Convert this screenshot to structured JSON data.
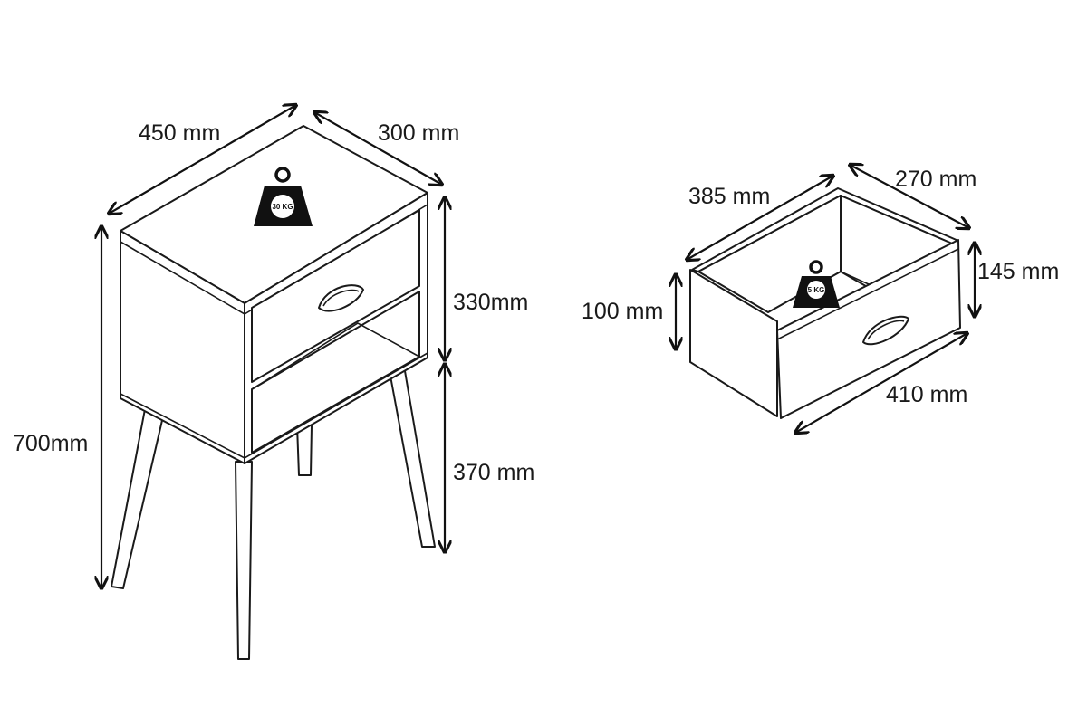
{
  "nightstand": {
    "width_label": "450 mm",
    "depth_label": "300 mm",
    "total_height_label": "700mm",
    "body_height_label": "330mm",
    "leg_height_label": "370 mm",
    "load_label": "30 KG"
  },
  "drawer": {
    "inner_width_label": "385 mm",
    "inner_depth_label": "270 mm",
    "front_height_label": "145 mm",
    "side_height_label": "100 mm",
    "front_width_label": "410 mm",
    "load_label": "5 KG"
  }
}
